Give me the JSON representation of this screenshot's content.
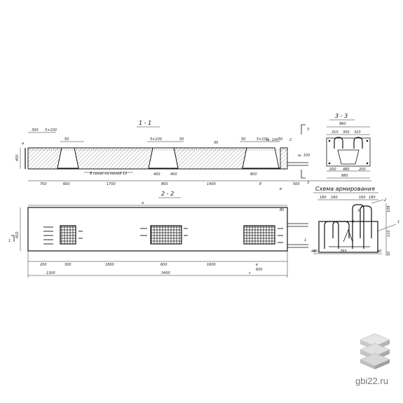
{
  "titles": {
    "section_1": "1 - 1",
    "section_2": "2 - 2",
    "section_3": "3 - 3",
    "scheme": "Схема армирования"
  },
  "annotation": "В связи на малой 12",
  "marks": {
    "a": "а",
    "b": "б",
    "v": "в",
    "c": "с",
    "one": "1",
    "two": "2",
    "three": "3",
    "four": "4",
    "sh100": "ш. 100"
  },
  "dims_section_1": {
    "top": [
      "300",
      "5×100",
      "50",
      "5×100",
      "50",
      "50",
      "5×100",
      "50",
      "50",
      "50"
    ],
    "height": "400",
    "bottom": [
      "700",
      "600",
      "1700",
      "400",
      "400",
      "800",
      "1400",
      "800",
      "500"
    ]
  },
  "dims_section_2": {
    "height": "910",
    "side": "80",
    "bottom": [
      "200",
      "300",
      "1800",
      "600",
      "1600",
      "600"
    ],
    "overall": [
      "1300",
      "3400"
    ]
  },
  "dims_section_3": {
    "top_overall": "960",
    "top_parts": [
      "310",
      "300",
      "310"
    ],
    "bottom_parts": [
      "200",
      "480",
      "200"
    ],
    "bottom_overall": "880"
  },
  "dims_scheme": {
    "top": [
      "180",
      "160",
      "160",
      "180"
    ],
    "bottom": [
      "40",
      "785",
      "40"
    ],
    "right": [
      "108",
      "110",
      "50"
    ]
  },
  "watermark": {
    "site": "gbi22.ru"
  }
}
